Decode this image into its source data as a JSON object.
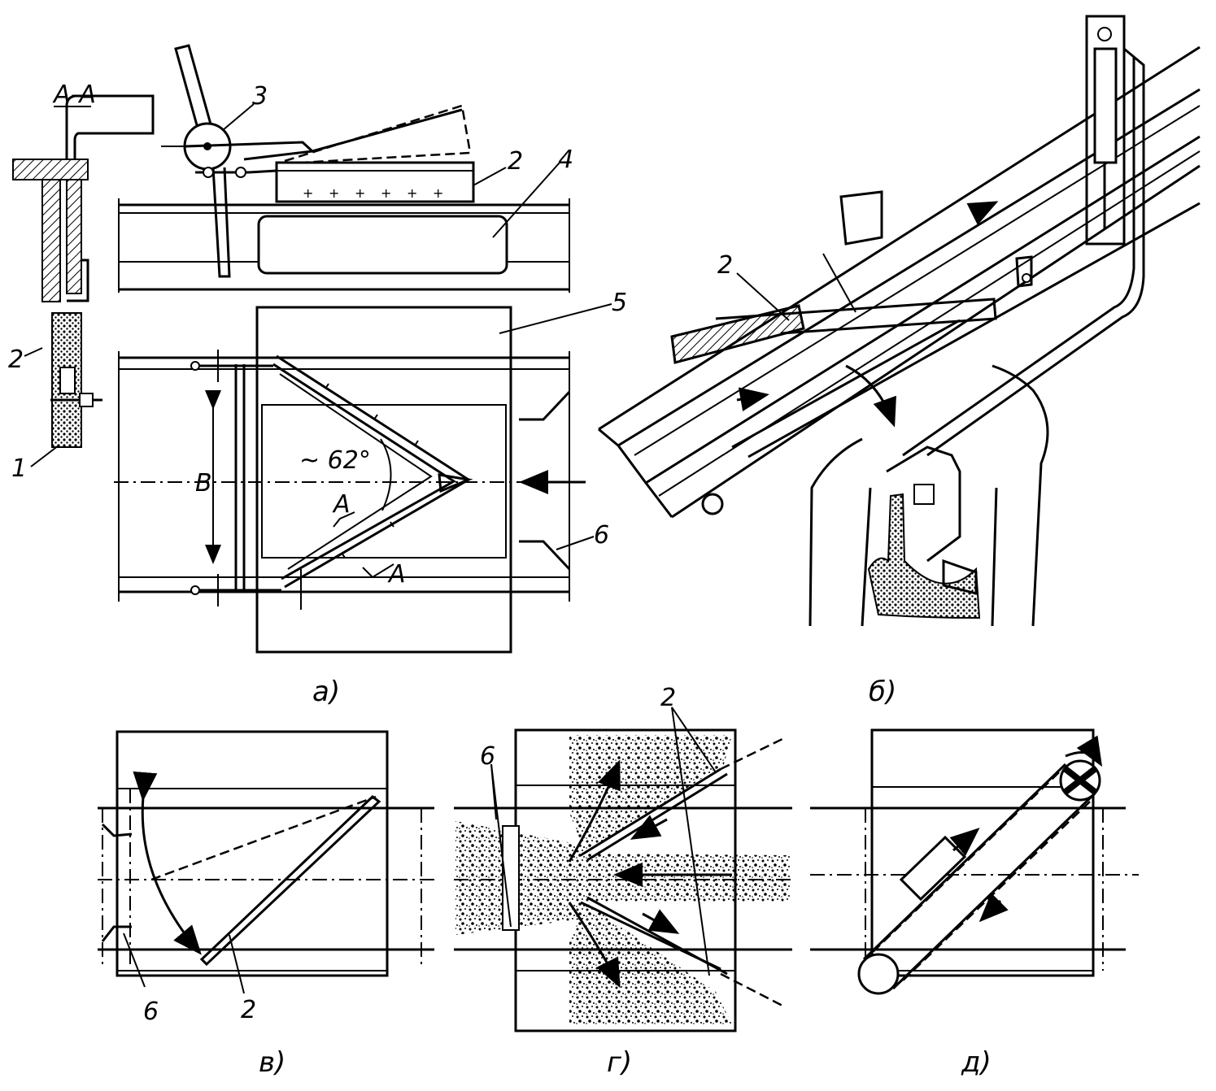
{
  "section_label": "A-A",
  "angle_label": "~ 62°",
  "width_label": "B",
  "section_marker": "A",
  "part_numbers": {
    "p1": "1",
    "p2": "2",
    "p3": "3",
    "p4": "4",
    "p5": "5",
    "p6": "6"
  },
  "captions": {
    "a": "а)",
    "b": "б)",
    "v": "в)",
    "g": "г)",
    "d": "д)"
  }
}
